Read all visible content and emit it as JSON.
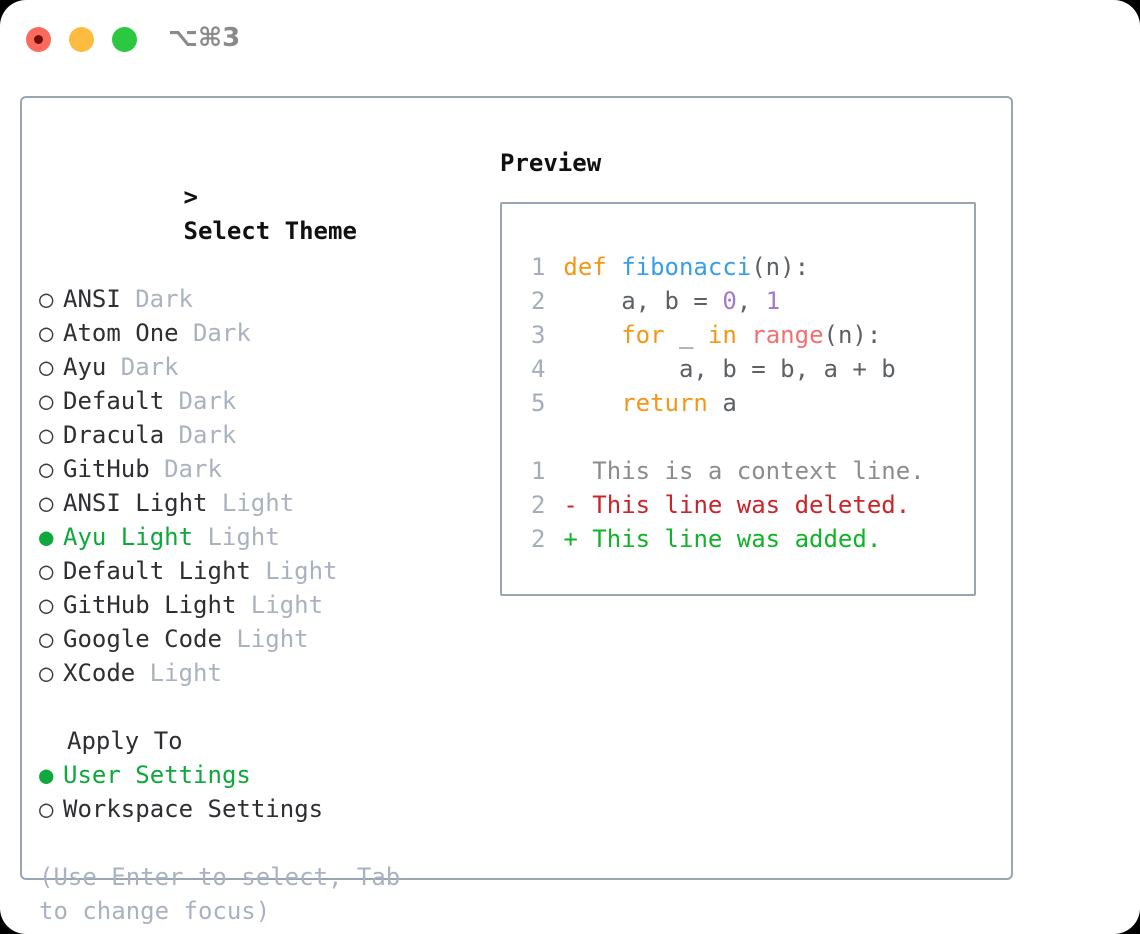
{
  "window": {
    "title": "⌥⌘3",
    "traffic_lights": [
      {
        "name": "close",
        "color": "#fc6a5d"
      },
      {
        "name": "minimize",
        "color": "#fdbc40"
      },
      {
        "name": "maximize",
        "color": "#2bc840"
      }
    ]
  },
  "colors": {
    "accent_green": "#0ea83c",
    "border": "#9aa5b4",
    "muted": "#aab2c0",
    "text": "#2f2f33"
  },
  "theme_list": {
    "header": "Select Theme",
    "caret": ">",
    "bullet_off": "○",
    "bullet_on": "●",
    "items": [
      {
        "label": "ANSI",
        "tag": "Dark",
        "selected": false
      },
      {
        "label": "Atom One",
        "tag": "Dark",
        "selected": false
      },
      {
        "label": "Ayu",
        "tag": "Dark",
        "selected": false
      },
      {
        "label": "Default",
        "tag": "Dark",
        "selected": false
      },
      {
        "label": "Dracula",
        "tag": "Dark",
        "selected": false
      },
      {
        "label": "GitHub",
        "tag": "Dark",
        "selected": false
      },
      {
        "label": "ANSI Light",
        "tag": "Light",
        "selected": false
      },
      {
        "label": "Ayu Light",
        "tag": "Light",
        "selected": true
      },
      {
        "label": "Default Light",
        "tag": "Light",
        "selected": false
      },
      {
        "label": "GitHub Light",
        "tag": "Light",
        "selected": false
      },
      {
        "label": "Google Code",
        "tag": "Light",
        "selected": false
      },
      {
        "label": "XCode",
        "tag": "Light",
        "selected": false
      }
    ]
  },
  "apply_to": {
    "header": "Apply To",
    "items": [
      {
        "label": "User Settings",
        "selected": true
      },
      {
        "label": "Workspace Settings",
        "selected": false
      }
    ]
  },
  "hint": "(Use Enter to select, Tab to change focus)",
  "preview": {
    "title": "Preview",
    "code_lines": [
      {
        "number": "1",
        "tokens": [
          {
            "text": "def ",
            "cls": "t-kw"
          },
          {
            "text": "fibonacci",
            "cls": "t-fn"
          },
          {
            "text": "(n):",
            "cls": "t-punct"
          }
        ]
      },
      {
        "number": "2",
        "tokens": [
          {
            "text": "    a, b = ",
            "cls": "t-plain"
          },
          {
            "text": "0",
            "cls": "t-num"
          },
          {
            "text": ", ",
            "cls": "t-plain"
          },
          {
            "text": "1",
            "cls": "t-num"
          }
        ]
      },
      {
        "number": "3",
        "tokens": [
          {
            "text": "    ",
            "cls": "t-plain"
          },
          {
            "text": "for",
            "cls": "t-kw"
          },
          {
            "text": " _ ",
            "cls": "t-plain"
          },
          {
            "text": "in",
            "cls": "t-kw"
          },
          {
            "text": " ",
            "cls": "t-plain"
          },
          {
            "text": "range",
            "cls": "t-bi"
          },
          {
            "text": "(n):",
            "cls": "t-punct"
          }
        ]
      },
      {
        "number": "4",
        "tokens": [
          {
            "text": "        a, b = b, a + b",
            "cls": "t-plain"
          }
        ]
      },
      {
        "number": "5",
        "tokens": [
          {
            "text": "    ",
            "cls": "t-plain"
          },
          {
            "text": "return",
            "cls": "t-kw"
          },
          {
            "text": " a",
            "cls": "t-plain"
          }
        ]
      }
    ],
    "diff_lines": [
      {
        "number": "1",
        "marker": " ",
        "text": " This is a context line.",
        "cls": "t-ctx"
      },
      {
        "number": "2",
        "marker": "-",
        "text": " This line was deleted.",
        "cls": "t-del"
      },
      {
        "number": "2",
        "marker": "+",
        "text": " This line was added.",
        "cls": "t-add"
      }
    ]
  }
}
